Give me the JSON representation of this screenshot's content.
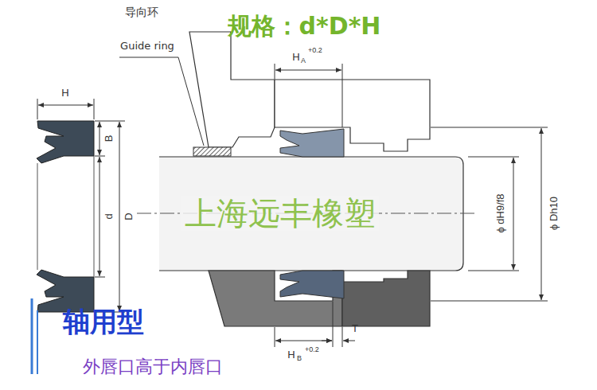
{
  "diagram": {
    "title": "规格：d*D*H",
    "labels": [
      "导向环",
      "Guide ring",
      "H",
      "B",
      "d",
      "D",
      "H",
      "A",
      "+0.2",
      "ϕ dH9/f8",
      "ϕ Dh10",
      "上海远丰橡塑",
      "轴用型",
      "外唇口高于内唇口",
      "H",
      "B",
      "+0.2",
      "T"
    ]
  }
}
